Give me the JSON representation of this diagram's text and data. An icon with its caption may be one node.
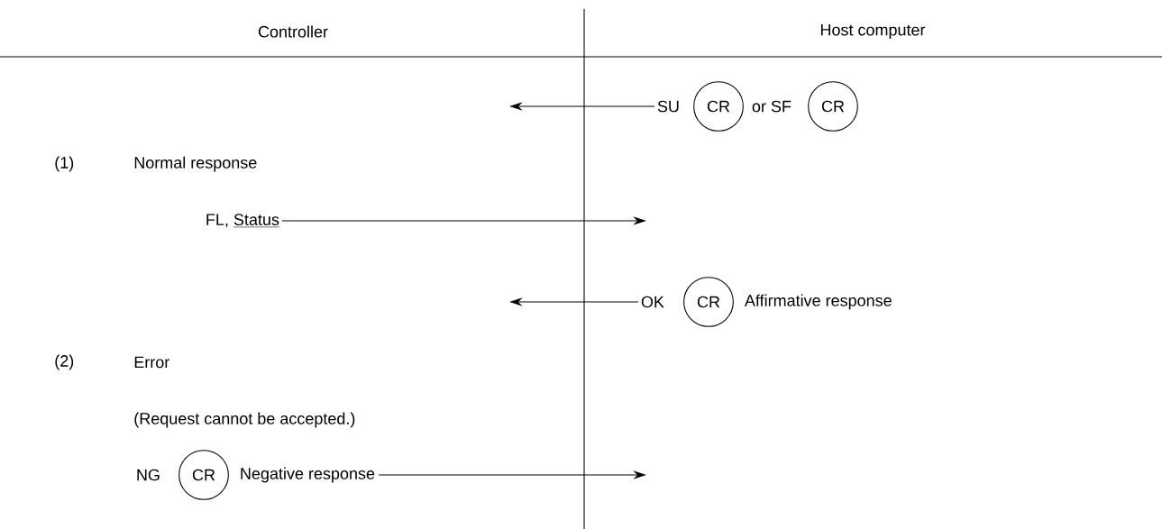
{
  "diagram": {
    "nodes": [
      {
        "text": [
          "SU"
        ]
      },
      {
        "text": [
          "CR"
        ]
      },
      {
        "text": [
          "or SF"
        ]
      },
      {
        "text": [
          "CR"
        ]
      },
      {
        "text": [
          "FL,",
          "Status"
        ]
      },
      {
        "text": [
          "OK"
        ]
      },
      {
        "text": [
          "CR"
        ]
      },
      {
        "text": [
          "Affirmative response"
        ]
      },
      {
        "text": [
          "NG"
        ]
      },
      {
        "text": [
          "CR"
        ]
      },
      {
        "text": [
          "Negative response"
        ]
      }
    ],
    "edges": [
      {
        "from": 0,
        "to": null,
        "arrow": "to"
      },
      {
        "from": 4,
        "to": null,
        "arrow": "to"
      },
      {
        "from": 5,
        "to": null,
        "arrow": "to"
      },
      {
        "from": 10,
        "to": null,
        "arrow": "to"
      }
    ],
    "labels": [
      "Controller",
      "Host computer",
      "(1)",
      "Normal response",
      "(2)",
      "Error",
      "(Request cannot be accepted.)"
    ]
  }
}
